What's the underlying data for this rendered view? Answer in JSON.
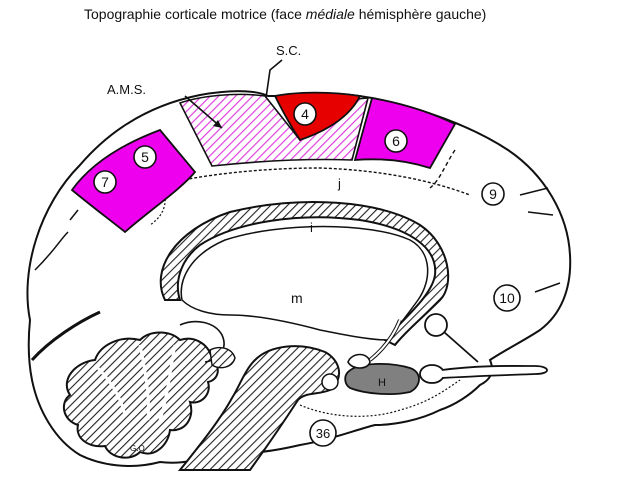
{
  "title": {
    "prefix": "Topographie corticale motrice (face ",
    "italic": "médiale",
    "suffix": " hémisphère gauche)"
  },
  "labels": {
    "sc": "S.C.",
    "ams": "A.M.S.",
    "area4": "4",
    "area5": "5",
    "area6": "6",
    "area7": "7",
    "area9": "9",
    "area10": "10",
    "area36": "36",
    "j": "j",
    "i": "i",
    "m": "m",
    "h": "H",
    "go": "G.O"
  },
  "colors": {
    "primary_motor": "#e60000",
    "sma_hatch": "#e040e0",
    "premotor_parietal": "#ee00ee",
    "outline": "#111111",
    "gray_region": "#808080"
  }
}
